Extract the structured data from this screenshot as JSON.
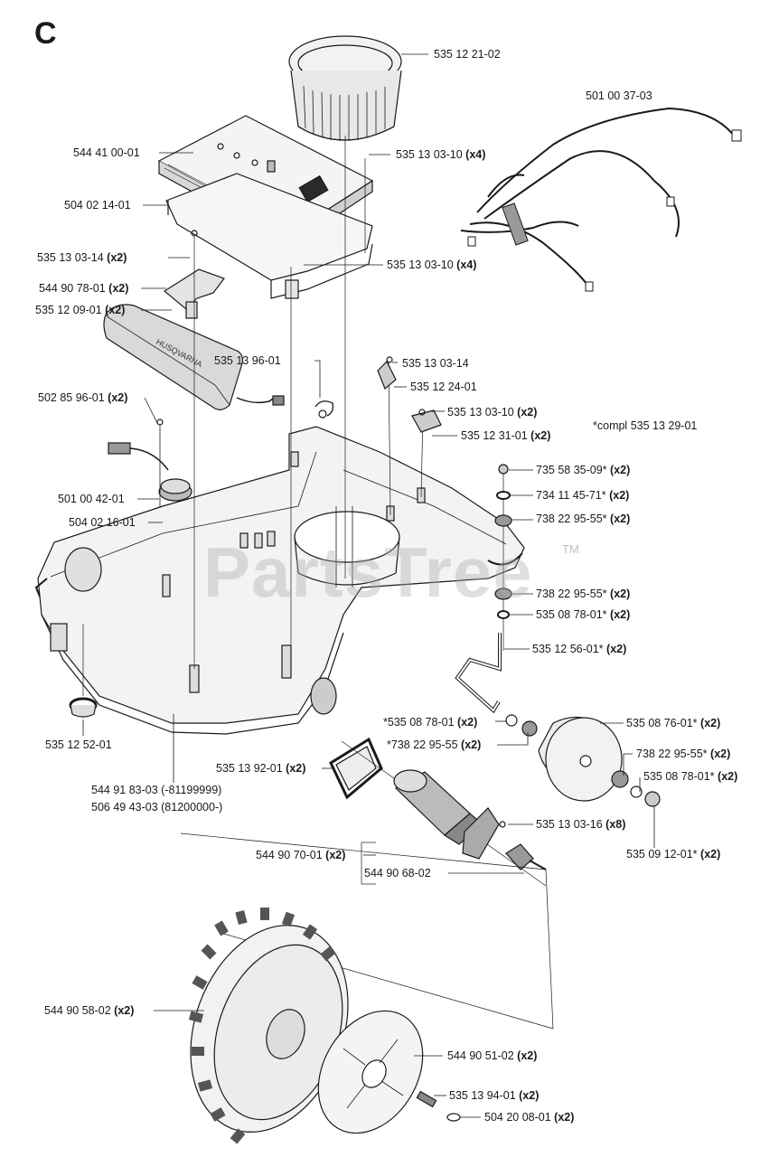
{
  "diagram": {
    "section": "C",
    "watermark": "PartsTree",
    "trademark": "TM",
    "note": {
      "prefix": "*compl",
      "part": "535 13 29-01"
    },
    "parts": [
      {
        "id": "p1",
        "part": "535 12 21-02",
        "qty": ""
      },
      {
        "id": "p2",
        "part": "501 00 37-03",
        "qty": ""
      },
      {
        "id": "p3",
        "part": "544 41 00-01",
        "qty": ""
      },
      {
        "id": "p4",
        "part": "535 13 03-10",
        "qty": "(x4)"
      },
      {
        "id": "p5",
        "part": "504 02 14-01",
        "qty": ""
      },
      {
        "id": "p6",
        "part": "535 13 03-14",
        "qty": "(x2)"
      },
      {
        "id": "p7",
        "part": "535 13 03-10",
        "qty": "(x4)"
      },
      {
        "id": "p8",
        "part": "544 90 78-01",
        "qty": "(x2)"
      },
      {
        "id": "p9",
        "part": "535 12 09-01",
        "qty": "(x2)"
      },
      {
        "id": "p10",
        "part": "535 13 96-01",
        "qty": ""
      },
      {
        "id": "p11",
        "part": "535 13 03-14",
        "qty": ""
      },
      {
        "id": "p12",
        "part": "535 12 24-01",
        "qty": ""
      },
      {
        "id": "p13",
        "part": "535 13 03-10",
        "qty": "(x2)"
      },
      {
        "id": "p14",
        "part": "502 85 96-01",
        "qty": "(x2)"
      },
      {
        "id": "p15",
        "part": "535 12 31-01",
        "qty": "(x2)"
      },
      {
        "id": "p16",
        "part": "735 58 35-09*",
        "qty": "(x2)"
      },
      {
        "id": "p17",
        "part": "501 00 42-01",
        "qty": ""
      },
      {
        "id": "p18",
        "part": "734 11 45-71*",
        "qty": "(x2)"
      },
      {
        "id": "p19",
        "part": "504 02 16-01",
        "qty": ""
      },
      {
        "id": "p20",
        "part": "738 22 95-55*",
        "qty": "(x2)"
      },
      {
        "id": "p21",
        "part": "738 22 95-55*",
        "qty": "(x2)"
      },
      {
        "id": "p22",
        "part": "535 08 78-01*",
        "qty": "(x2)"
      },
      {
        "id": "p23",
        "part": "535 12 56-01*",
        "qty": "(x2)"
      },
      {
        "id": "p24",
        "part": "*535 08 78-01",
        "qty": "(x2)"
      },
      {
        "id": "p25",
        "part": "535 08 76-01*",
        "qty": "(x2)"
      },
      {
        "id": "p26",
        "part": "535 12 52-01",
        "qty": ""
      },
      {
        "id": "p27",
        "part": "*738 22 95-55",
        "qty": "(x2)"
      },
      {
        "id": "p28",
        "part": "738 22 95-55*",
        "qty": "(x2)"
      },
      {
        "id": "p29",
        "part": "535 13 92-01",
        "qty": "(x2)"
      },
      {
        "id": "p30",
        "part": "535 08 78-01*",
        "qty": "(x2)"
      },
      {
        "id": "p31",
        "part": "544 91 83-03 (-81199999)",
        "qty": ""
      },
      {
        "id": "p32",
        "part": "506 49 43-03 (81200000-)",
        "qty": ""
      },
      {
        "id": "p33",
        "part": "535 13 03-16",
        "qty": "(x8)"
      },
      {
        "id": "p34",
        "part": "535 09 12-01*",
        "qty": "(x2)"
      },
      {
        "id": "p35",
        "part": "544 90 70-01",
        "qty": "(x2)"
      },
      {
        "id": "p36",
        "part": "544 90 68-02",
        "qty": ""
      },
      {
        "id": "p37",
        "part": "544 90 58-02",
        "qty": "(x2)"
      },
      {
        "id": "p38",
        "part": "544 90 51-02",
        "qty": "(x2)"
      },
      {
        "id": "p39",
        "part": "535 13 94-01",
        "qty": "(x2)"
      },
      {
        "id": "p40",
        "part": "504 20 08-01",
        "qty": "(x2)"
      }
    ]
  }
}
